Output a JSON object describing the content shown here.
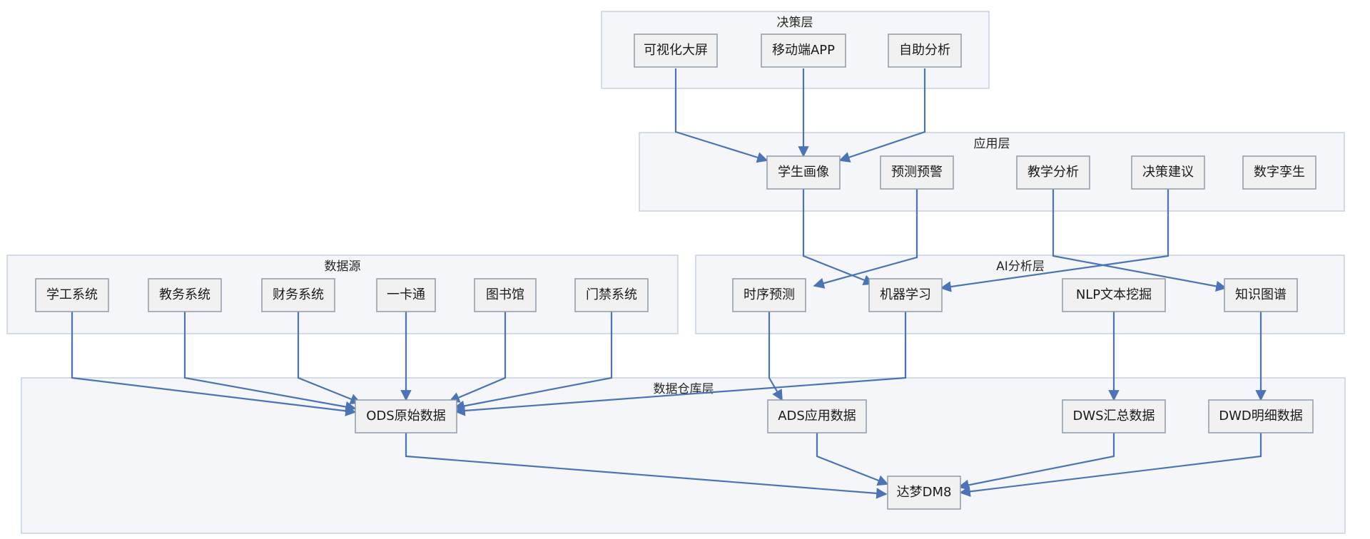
{
  "diagram": {
    "colors": {
      "layer_fill": "#f5f6f9",
      "layer_border": "#c5d1e0",
      "node_fill": "#f1f1f1",
      "node_border": "#8f9aa8",
      "arrow": "#4a74b5",
      "text": "#1a1a1a"
    },
    "layers": {
      "decision": "决策层",
      "application": "应用层",
      "datasource": "数据源",
      "ai": "AI分析层",
      "warehouse": "数据仓库层"
    },
    "nodes": {
      "dashboard": "可视化大屏",
      "mobile_app": "移动端APP",
      "self_analysis": "自助分析",
      "student_profile": "学生画像",
      "prediction_warning": "预测预警",
      "teaching_analysis": "教学分析",
      "decision_advice": "决策建议",
      "digital_twin": "数字孪生",
      "student_affairs": "学工系统",
      "academic_affairs": "教务系统",
      "finance": "财务系统",
      "campus_card": "一卡通",
      "library": "图书馆",
      "access_control": "门禁系统",
      "timeseries": "时序预测",
      "ml": "机器学习",
      "nlp": "NLP文本挖掘",
      "knowledge_graph": "知识图谱",
      "ods": "ODS原始数据",
      "ads": "ADS应用数据",
      "dws": "DWS汇总数据",
      "dwd": "DWD明细数据",
      "dm8": "达梦DM8"
    },
    "edges": [
      [
        "dashboard",
        "student_profile"
      ],
      [
        "mobile_app",
        "student_profile"
      ],
      [
        "self_analysis",
        "student_profile"
      ],
      [
        "student_profile",
        "ml"
      ],
      [
        "prediction_warning",
        "timeseries"
      ],
      [
        "teaching_analysis",
        "knowledge_graph"
      ],
      [
        "decision_advice",
        "ml"
      ],
      [
        "student_affairs",
        "ods"
      ],
      [
        "academic_affairs",
        "ods"
      ],
      [
        "finance",
        "ods"
      ],
      [
        "campus_card",
        "ods"
      ],
      [
        "library",
        "ods"
      ],
      [
        "access_control",
        "ods"
      ],
      [
        "ml",
        "ods"
      ],
      [
        "timeseries",
        "ads"
      ],
      [
        "nlp",
        "dws"
      ],
      [
        "knowledge_graph",
        "dwd"
      ],
      [
        "ods",
        "dm8"
      ],
      [
        "ads",
        "dm8"
      ],
      [
        "dws",
        "dm8"
      ],
      [
        "dwd",
        "dm8"
      ]
    ]
  }
}
